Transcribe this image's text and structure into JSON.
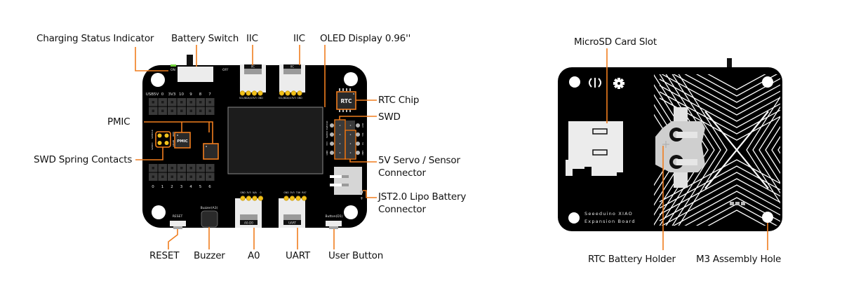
{
  "front_view": {
    "callouts": {
      "charging_status_indicator": "Charging Status Indicator",
      "battery_switch": "Battery Switch",
      "iic_left": "IIC",
      "iic_right": "IIC",
      "oled_display": "OLED Display 0.96''",
      "rtc_chip": "RTC Chip",
      "pmic": "PMIC",
      "swd": "SWD",
      "swd_spring_contacts": "SWD Spring Contacts",
      "servo_connector_line1": "5V Servo / Sensor",
      "servo_connector_line2": "Connector",
      "jst_line1": "JST2.0 Lipo Battery",
      "jst_line2": "Connector",
      "reset": "RESET",
      "buzzer": "Buzzer",
      "a0": "A0",
      "uart": "UART",
      "user_button": "User Button"
    },
    "silkscreen": {
      "on": "ON",
      "off": "OFF",
      "top_header_pins": [
        "USB5V",
        "0",
        "3V3",
        "10",
        "9",
        "8",
        "7"
      ],
      "bottom_header_pins": [
        "0",
        "1",
        "2",
        "3",
        "4",
        "5",
        "6"
      ],
      "iic_tag": "IIC",
      "iic_pins": [
        "SCL/5",
        "SDA/4",
        "3V3",
        "GND"
      ],
      "a0_tag": "A0-D0",
      "a0_pins": [
        "GND",
        "3V3",
        "N/A",
        "0"
      ],
      "uart_tag": "UART",
      "uart_pins": [
        "GND",
        "3V3",
        "TX6",
        "RX7"
      ],
      "rtc_chip_text": "RTC",
      "pmic_chip_text": "PMIC",
      "swd_spring_labels": [
        "SWDCLK",
        "GND",
        "SWDIO",
        "RESET"
      ],
      "swd_header_labels": [
        "SWDCLK",
        "SWDIO",
        "3V3",
        "GND"
      ],
      "servo_header_labels": [
        "RST",
        "SIG",
        "5V",
        "GND"
      ],
      "reset_label": "RESET",
      "buzzer_label": "Buzzer(A3)",
      "button_label": "Button(D1)",
      "jst_plus": "+"
    }
  },
  "back_view": {
    "callouts": {
      "microsd": "MicroSD Card Slot",
      "rtc_battery_holder": "RTC Battery Holder",
      "m3_hole": "M3 Assembly Hole"
    },
    "silkscreen": {
      "board_name_line1": "Seeeduino XIAO",
      "board_name_line2": "Expansion Board"
    }
  },
  "colors": {
    "board": "#000000",
    "callout_line": "#f07d1e",
    "connector": "#ececec",
    "pad_gold": "#f2c21b",
    "oled": "#1c1c1c",
    "header": "#3a3a3a"
  }
}
